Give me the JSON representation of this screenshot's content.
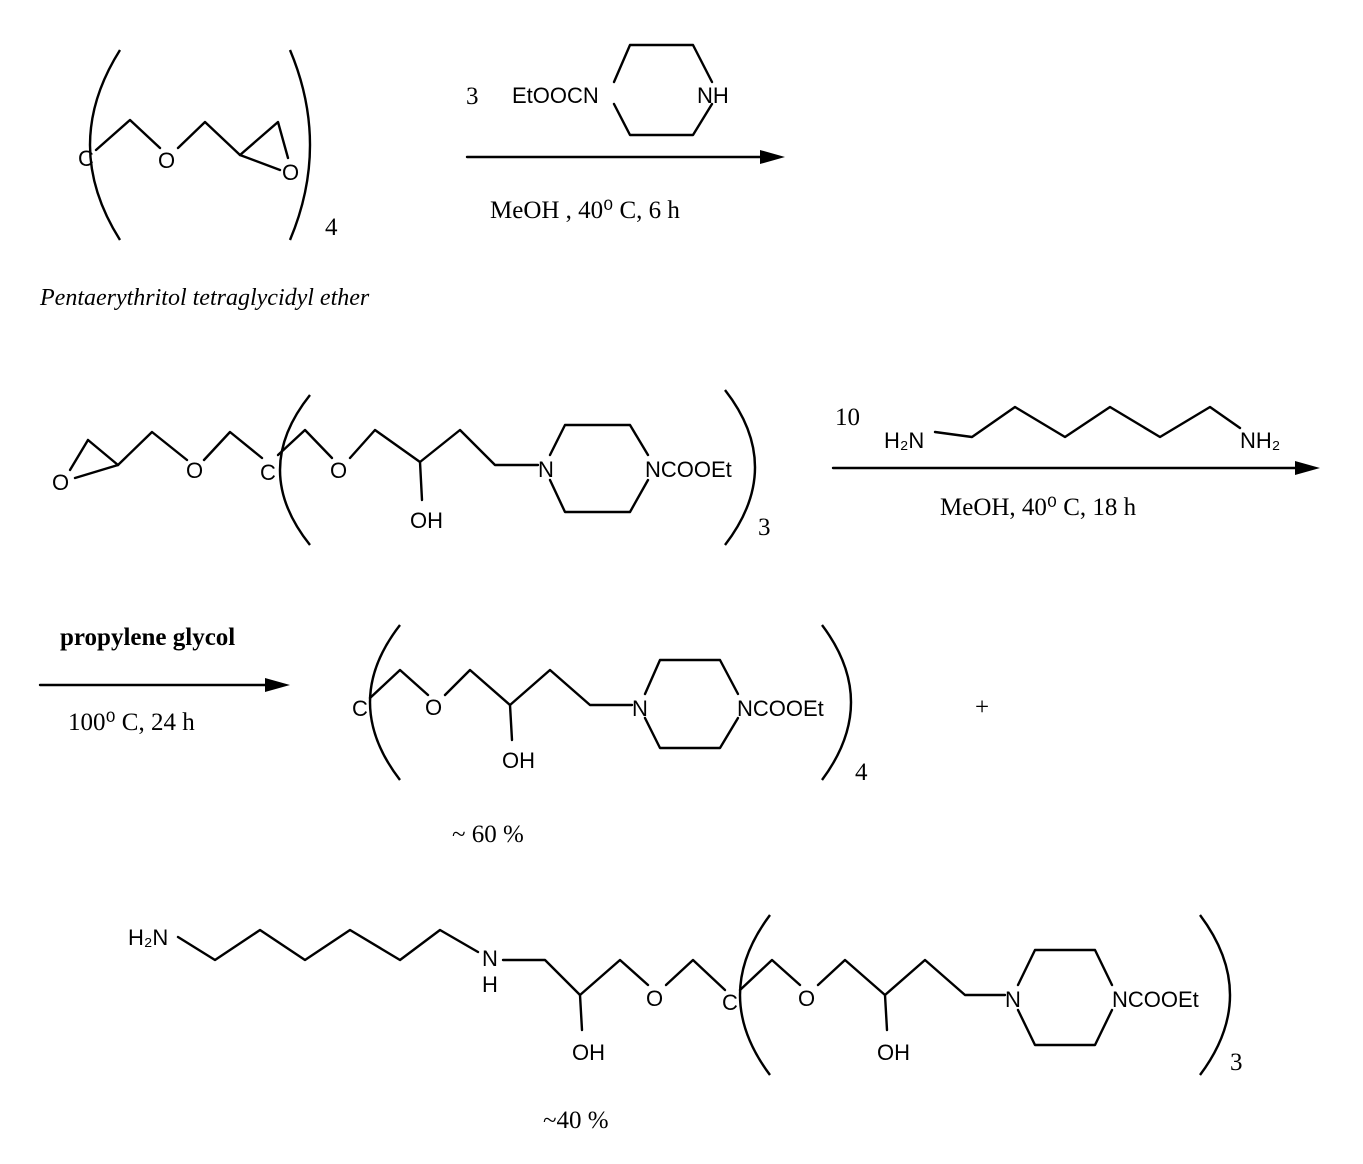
{
  "step1": {
    "reactant": {
      "core": "C",
      "ether_o": "O",
      "epoxide_o": "O",
      "count": "4",
      "name": "Pentaerythritol tetraglycidyl ether"
    },
    "reagent": {
      "equiv": "3",
      "left": "EtOOCN",
      "right": "NH"
    },
    "conditions": "MeOH , 40⁰ C, 6 h"
  },
  "step2": {
    "intermediate": {
      "epoxide_o": "O",
      "ether_o": "O",
      "core": "C",
      "ether_o2": "O",
      "oh": "OH",
      "n1": "N",
      "n2": "NCOOEt",
      "count": "3"
    },
    "reagent": {
      "equiv": "10",
      "left": "H₂N",
      "right": "NH₂"
    },
    "conditions": "MeOH, 40⁰ C, 18 h"
  },
  "step3": {
    "solvent": "propylene glycol",
    "conditions": "100⁰ C, 24 h",
    "product1": {
      "core": "C",
      "ether_o": "O",
      "oh": "OH",
      "n1": "N",
      "n2": "NCOOEt",
      "count": "4",
      "yield": "~ 60 %"
    },
    "plus": "+",
    "product2": {
      "amine": "H₂N",
      "nh_n": "N",
      "nh_h": "H",
      "oh1": "OH",
      "ether_o": "O",
      "core": "C",
      "ether_o2": "O",
      "oh2": "OH",
      "n1": "N",
      "n2": "NCOOEt",
      "count": "3",
      "yield": "~40 %"
    }
  }
}
